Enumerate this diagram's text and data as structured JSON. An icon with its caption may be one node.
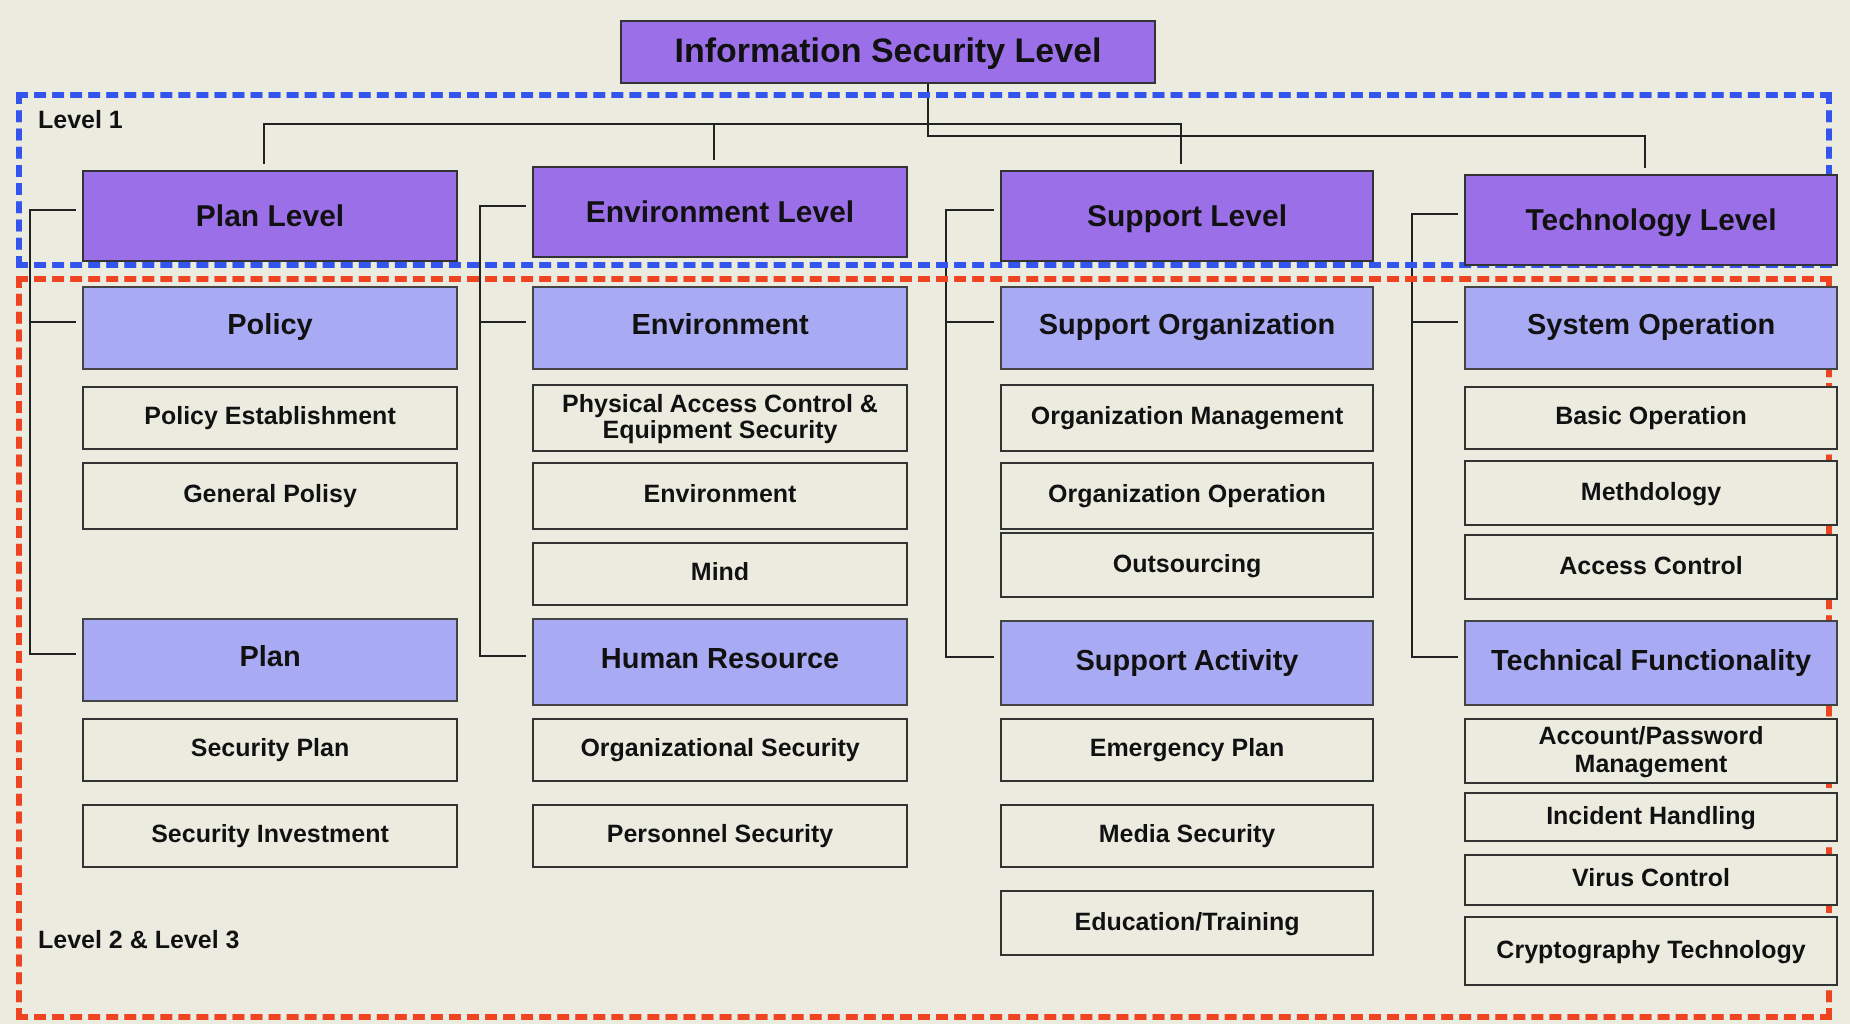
{
  "diagram": {
    "nodes": [
      {
        "text": [
          "Information Security Level"
        ]
      },
      {
        "text": [
          "Level 1"
        ]
      },
      {
        "text": [
          "Plan Level"
        ],
        "in": 1
      },
      {
        "text": [
          "Environment Level"
        ],
        "in": 1
      },
      {
        "text": [
          "Support Level"
        ],
        "in": 1
      },
      {
        "text": [
          "Technology Level"
        ],
        "in": 1
      },
      {
        "text": [
          "Level 2 & Level 3"
        ]
      },
      {
        "text": [
          "Policy"
        ],
        "in": 6
      },
      {
        "text": [
          "Policy Establishment"
        ],
        "in": 6
      },
      {
        "text": [
          "General Polisy"
        ],
        "in": 6
      },
      {
        "text": [
          "Plan"
        ],
        "in": 6
      },
      {
        "text": [
          "Security Plan"
        ],
        "in": 6
      },
      {
        "text": [
          "Security Investment"
        ],
        "in": 6
      },
      {
        "text": [
          "Environment"
        ],
        "in": 6
      },
      {
        "text": [
          "Physical Access Control & Equipment Security"
        ],
        "in": 6
      },
      {
        "text": [
          "Environment"
        ],
        "in": 6
      },
      {
        "text": [
          "Mind"
        ],
        "in": 6
      },
      {
        "text": [
          "Human Resource"
        ],
        "in": 6
      },
      {
        "text": [
          "Organizational Security"
        ],
        "in": 6
      },
      {
        "text": [
          "Personnel Security"
        ],
        "in": 6
      },
      {
        "text": [
          "Support Organization"
        ],
        "in": 6
      },
      {
        "text": [
          "Organization Management"
        ],
        "in": 6
      },
      {
        "text": [
          "Organization Operation"
        ],
        "in": 6
      },
      {
        "text": [
          "Outsourcing"
        ],
        "in": 6
      },
      {
        "text": [
          "Support Activity"
        ],
        "in": 6
      },
      {
        "text": [
          "Emergency Plan"
        ],
        "in": 6
      },
      {
        "text": [
          "Media Security"
        ],
        "in": 6
      },
      {
        "text": [
          "Education/Training"
        ],
        "in": 6
      },
      {
        "text": [
          "System Operation"
        ],
        "in": 6
      },
      {
        "text": [
          "Basic Operation"
        ],
        "in": 6
      },
      {
        "text": [
          "Methdology"
        ],
        "in": 6
      },
      {
        "text": [
          "Access Control"
        ],
        "in": 6
      },
      {
        "text": [
          "Technical Functionality"
        ],
        "in": 6
      },
      {
        "text": [
          "Account/Password Management"
        ],
        "in": 6
      },
      {
        "text": [
          "Incident Handling"
        ],
        "in": 6
      },
      {
        "text": [
          "Virus Control"
        ],
        "in": 6
      },
      {
        "text": [
          "Cryptography Technology"
        ],
        "in": 6
      }
    ],
    "edges": [
      {
        "from": 0,
        "to": 2,
        "arrow": "none"
      },
      {
        "from": 0,
        "to": 3,
        "arrow": "none"
      },
      {
        "from": 0,
        "to": 4,
        "arrow": "none"
      },
      {
        "from": 0,
        "to": 5,
        "arrow": "none"
      },
      {
        "from": 2,
        "to": 7,
        "arrow": "none"
      },
      {
        "from": 2,
        "to": 10,
        "arrow": "none"
      },
      {
        "from": 3,
        "to": 13,
        "arrow": "none"
      },
      {
        "from": 3,
        "to": 17,
        "arrow": "none"
      },
      {
        "from": 4,
        "to": 20,
        "arrow": "none"
      },
      {
        "from": 4,
        "to": 24,
        "arrow": "none"
      },
      {
        "from": 5,
        "to": 28,
        "arrow": "none"
      },
      {
        "from": 5,
        "to": 32,
        "arrow": "none"
      }
    ]
  }
}
